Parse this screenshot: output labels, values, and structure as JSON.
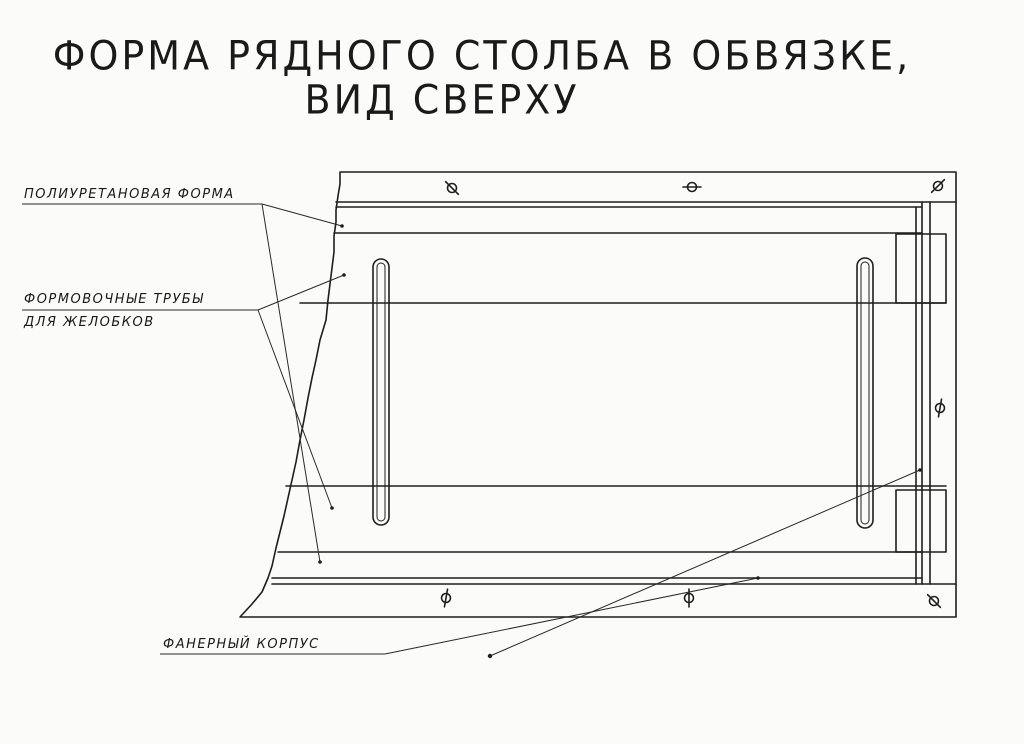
{
  "title": {
    "line1": "ФОРМА РЯДНОГО СТОЛБА В ОБВЯЗКЕ,",
    "line2": "ВИД СВЕРХУ"
  },
  "labels": {
    "polyurethane_form": "ПОЛИУРЕТАНОВАЯ ФОРМА",
    "forming_tubes_line1": "ФОРМОВОЧНЫЕ ТРУБЫ",
    "forming_tubes_line2": "ДЛЯ ЖЕЛОБКОВ",
    "plywood_body": "ФАНЕРНЫЙ КОРПУС"
  },
  "colors": {
    "ink": "#1e1e1e",
    "paper": "#fbfbf9"
  },
  "icons": [
    "wing-nut-icon"
  ]
}
